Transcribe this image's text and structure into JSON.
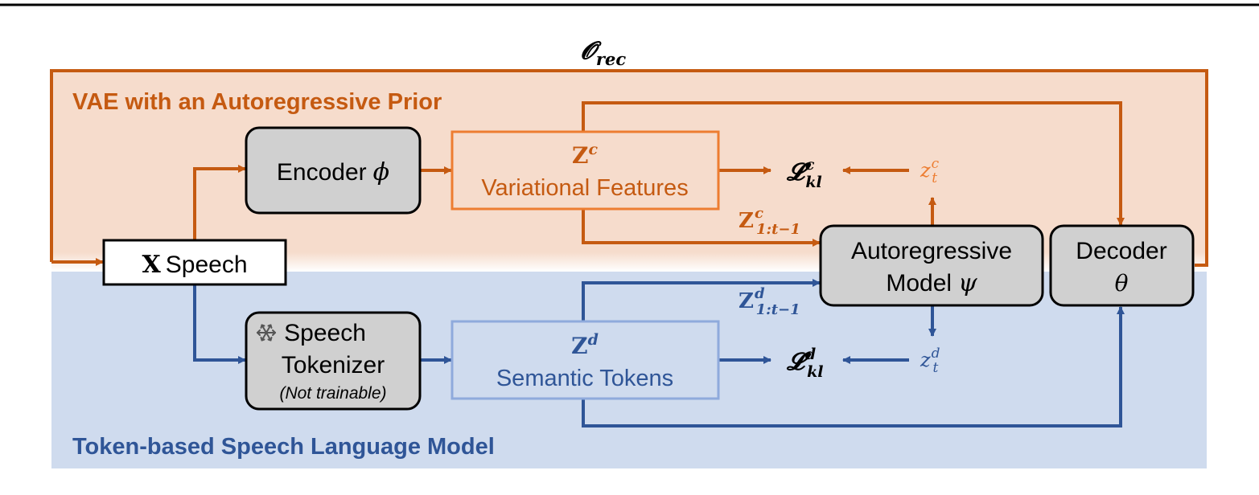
{
  "colors": {
    "orange": "#c55a11",
    "orange_light": "#ed7d31",
    "orange_bg": "#f6dccc",
    "blue": "#2f5597",
    "blue_light": "#8faadc",
    "blue_bg": "#cfdbee",
    "gray_box": "#d0d0d0"
  },
  "objective": {
    "symbol": "𝓞",
    "sub": "rec"
  },
  "vae_region": {
    "title": "VAE with an Autoregressive Prior"
  },
  "lm_region": {
    "title": "Token-based Speech Language Model"
  },
  "speech_input": {
    "symbol": "X",
    "label": "Speech"
  },
  "encoder": {
    "label": "Encoder",
    "symbol": "ϕ"
  },
  "tokenizer": {
    "icon": "snowflake-icon",
    "line1": "Speech",
    "line2": "Tokenizer",
    "note": "(Not trainable)"
  },
  "variational": {
    "symbol": "Z",
    "sup": "c",
    "label": "Variational Features"
  },
  "semantic": {
    "symbol": "Z",
    "sup": "d",
    "label": "Semantic Tokens"
  },
  "ar_model": {
    "line1": "Autoregressive",
    "line2": "Model",
    "symbol": "ψ"
  },
  "decoder": {
    "line1": "Decoder",
    "symbol": "θ"
  },
  "loss_c": {
    "symbol": "𝓛",
    "sup": "c",
    "sub": "kl"
  },
  "loss_d": {
    "symbol": "𝓛",
    "sup": "d",
    "sub": "kl"
  },
  "zc_prev": {
    "symbol": "Z",
    "sup": "c",
    "sub": "1:t−1"
  },
  "zd_prev": {
    "symbol": "Z",
    "sup": "d",
    "sub": "1:t−1"
  },
  "zc_t": {
    "symbol": "z",
    "sup": "c",
    "sub": "t"
  },
  "zd_t": {
    "symbol": "z",
    "sup": "d",
    "sub": "t"
  }
}
